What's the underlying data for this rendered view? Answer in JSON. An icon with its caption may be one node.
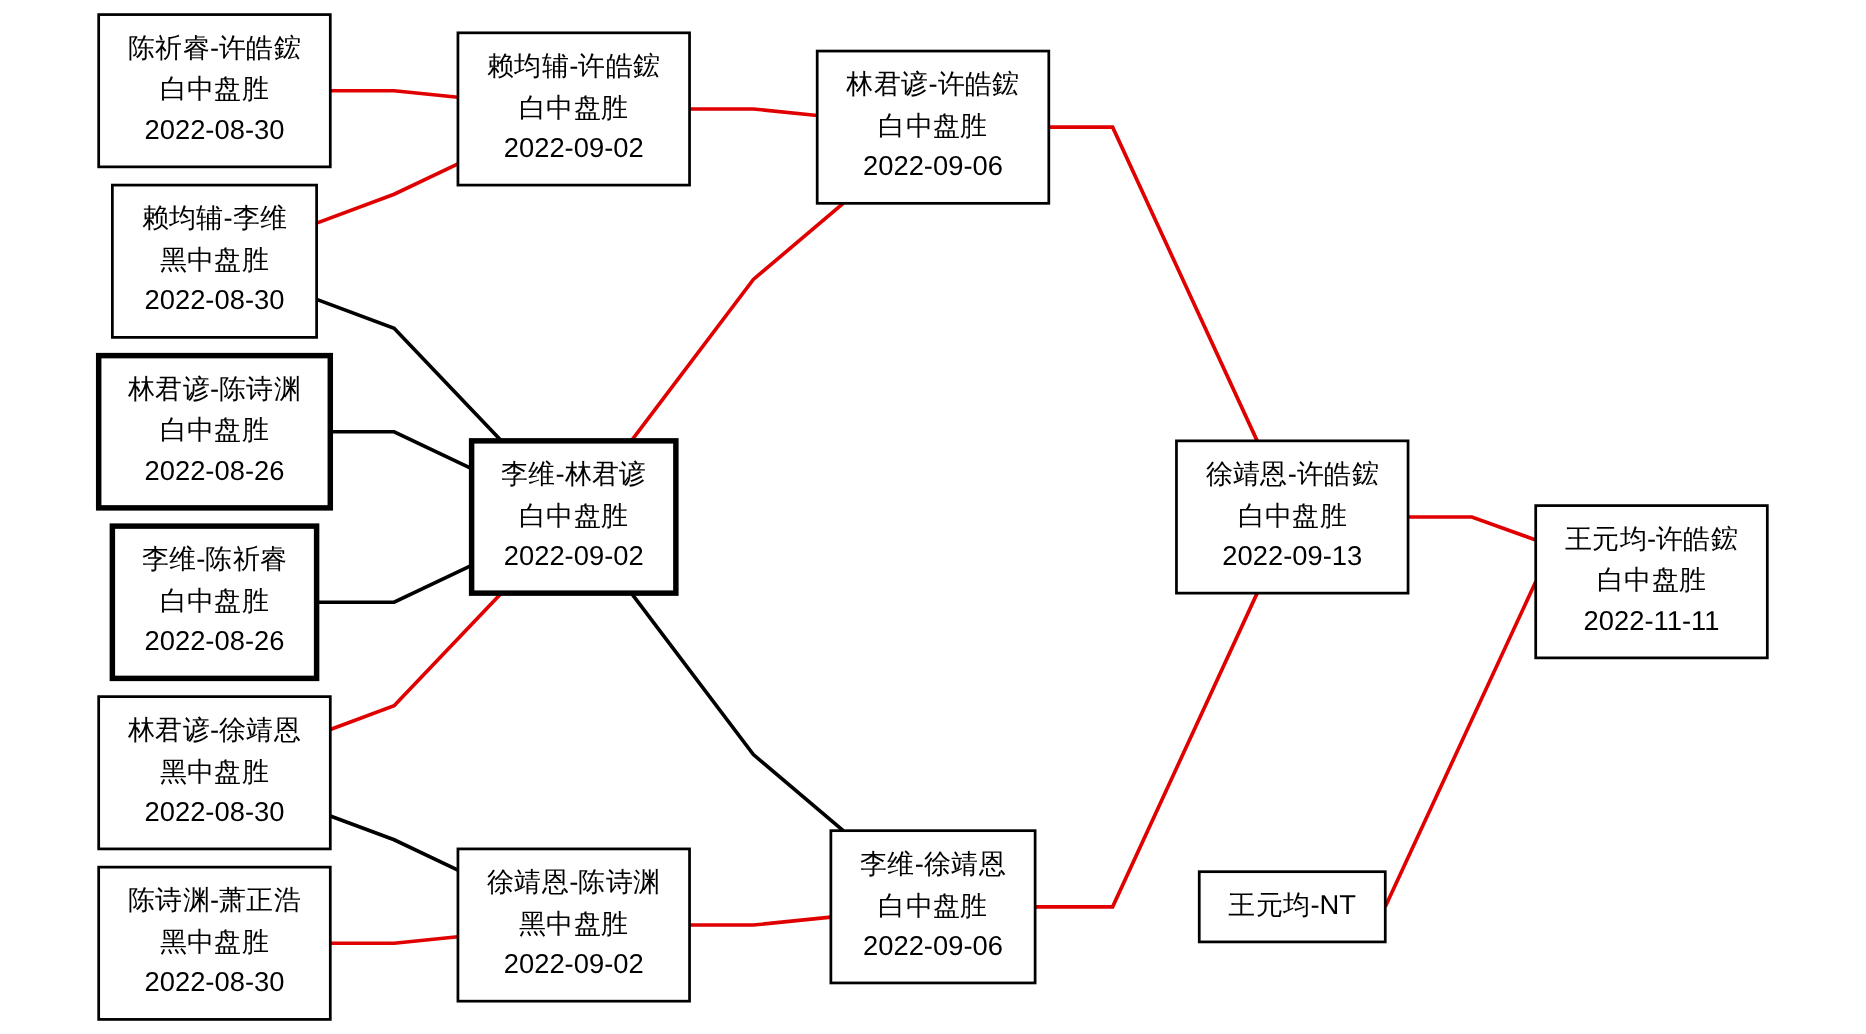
{
  "diagram": {
    "nodes": [
      {
        "text": [
          "陈祈睿-许皓鋐",
          "白中盘胜",
          "2022-08-30"
        ]
      },
      {
        "text": [
          "赖均辅-李维",
          "黑中盘胜",
          "2022-08-30"
        ]
      },
      {
        "text": [
          "林君谚-陈诗渊",
          "白中盘胜",
          "2022-08-26"
        ]
      },
      {
        "text": [
          "李维-陈祈睿",
          "白中盘胜",
          "2022-08-26"
        ]
      },
      {
        "text": [
          "林君谚-徐靖恩",
          "黑中盘胜",
          "2022-08-30"
        ]
      },
      {
        "text": [
          "陈诗渊-萧正浩",
          "黑中盘胜",
          "2022-08-30"
        ]
      },
      {
        "text": [
          "赖均辅-许皓鋐",
          "白中盘胜",
          "2022-09-02"
        ]
      },
      {
        "text": [
          "李维-林君谚",
          "白中盘胜",
          "2022-09-02"
        ]
      },
      {
        "text": [
          "徐靖恩-陈诗渊",
          "黑中盘胜",
          "2022-09-02"
        ]
      },
      {
        "text": [
          "林君谚-许皓鋐",
          "白中盘胜",
          "2022-09-06"
        ]
      },
      {
        "text": [
          "李维-徐靖恩",
          "白中盘胜",
          "2022-09-06"
        ]
      },
      {
        "text": [
          "徐靖恩-许皓鋐",
          "白中盘胜",
          "2022-09-13"
        ]
      },
      {
        "text": [
          "王元均-NT"
        ]
      },
      {
        "text": [
          "王元均-许皓鋐",
          "白中盘胜",
          "2022-11-11"
        ]
      }
    ],
    "edges": [
      {
        "from": 0,
        "to": 6,
        "arrow": "none"
      },
      {
        "from": 1,
        "to": 6,
        "arrow": "none"
      },
      {
        "from": 1,
        "to": 7,
        "arrow": "none",
        "color": "#000000"
      },
      {
        "from": 2,
        "to": 7,
        "arrow": "none",
        "color": "#000000"
      },
      {
        "from": 3,
        "to": 7,
        "arrow": "none",
        "color": "#000000"
      },
      {
        "from": 4,
        "to": 7,
        "arrow": "none"
      },
      {
        "from": 4,
        "to": 8,
        "arrow": "none",
        "color": "#000000"
      },
      {
        "from": 5,
        "to": 8,
        "arrow": "none"
      },
      {
        "from": 6,
        "to": 9,
        "arrow": "none"
      },
      {
        "from": 7,
        "to": 9,
        "arrow": "none"
      },
      {
        "from": 7,
        "to": 10,
        "arrow": "none",
        "color": "#000000"
      },
      {
        "from": 8,
        "to": 10,
        "arrow": "none"
      },
      {
        "from": 9,
        "to": 11,
        "arrow": "none"
      },
      {
        "from": 10,
        "to": 11,
        "arrow": "none"
      },
      {
        "from": 11,
        "to": 13,
        "arrow": "none"
      },
      {
        "from": 12,
        "to": 13,
        "arrow": "none"
      }
    ]
  }
}
